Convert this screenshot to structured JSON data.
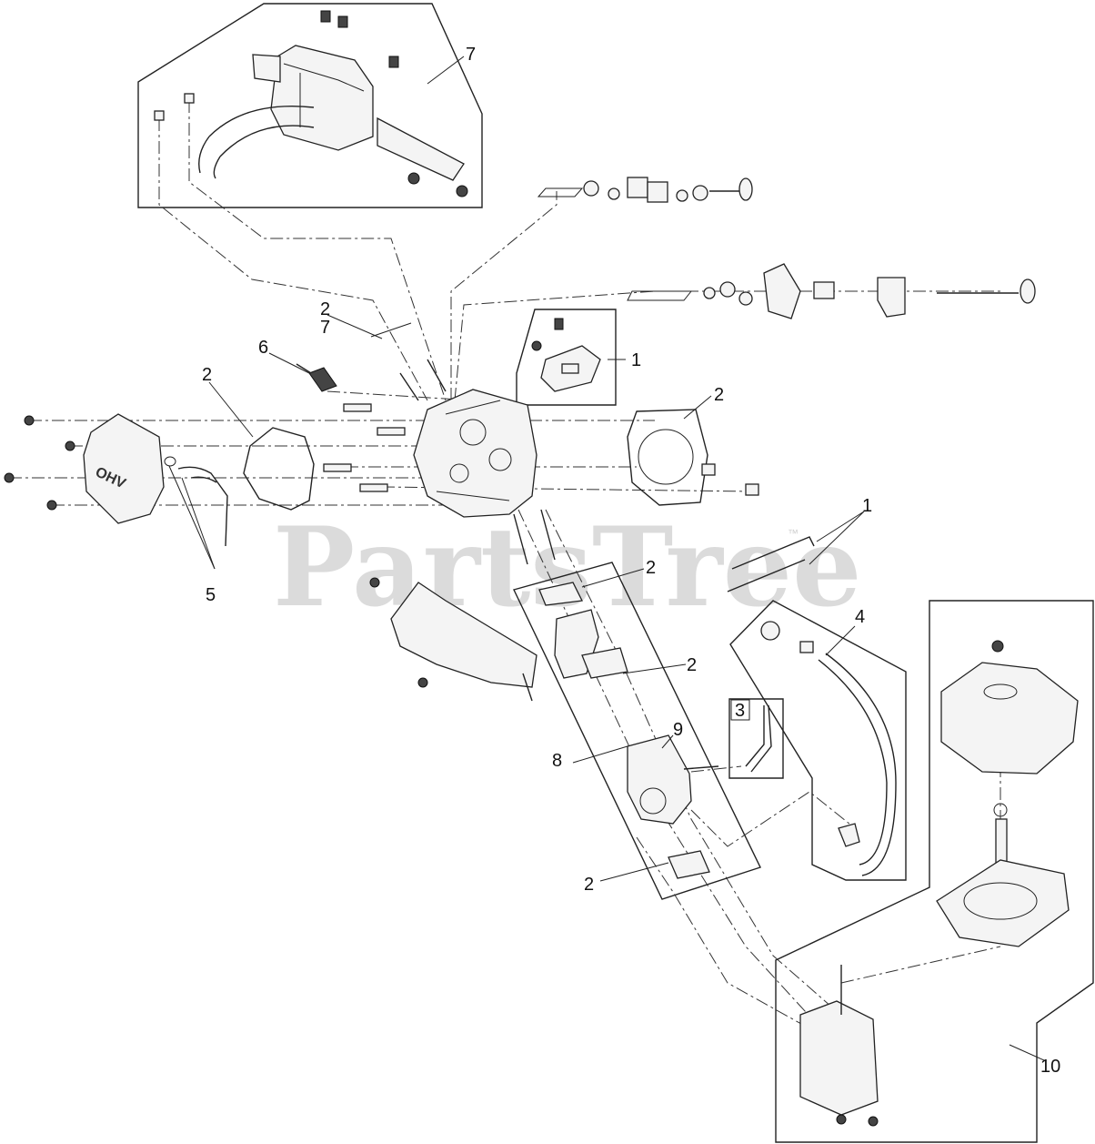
{
  "watermark": {
    "text": "PartsTree",
    "trademark": "™"
  },
  "callouts": [
    {
      "id": "c7-top",
      "label": "7"
    },
    {
      "id": "c2-a",
      "label": "2"
    },
    {
      "id": "c7-mid",
      "label": "7"
    },
    {
      "id": "c6",
      "label": "6"
    },
    {
      "id": "c2-b",
      "label": "2"
    },
    {
      "id": "c1-a",
      "label": "1"
    },
    {
      "id": "c2-c",
      "label": "2"
    },
    {
      "id": "c1-b",
      "label": "1"
    },
    {
      "id": "c5",
      "label": "5"
    },
    {
      "id": "c2-d",
      "label": "2"
    },
    {
      "id": "c4",
      "label": "4"
    },
    {
      "id": "c2-e",
      "label": "2"
    },
    {
      "id": "c3",
      "label": "3"
    },
    {
      "id": "c9",
      "label": "9"
    },
    {
      "id": "c8",
      "label": "8"
    },
    {
      "id": "c2-f",
      "label": "2"
    },
    {
      "id": "c10",
      "label": "10"
    }
  ],
  "valve_cover_text": "OHV"
}
